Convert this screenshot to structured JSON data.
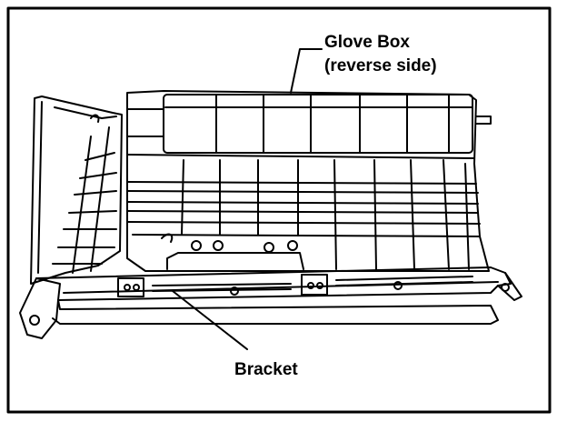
{
  "labels": {
    "glove_box_line1": "Glove Box",
    "glove_box_line2": "(reverse side)",
    "bracket": "Bracket"
  },
  "colors": {
    "ink": "#000000",
    "paper": "#ffffff"
  }
}
